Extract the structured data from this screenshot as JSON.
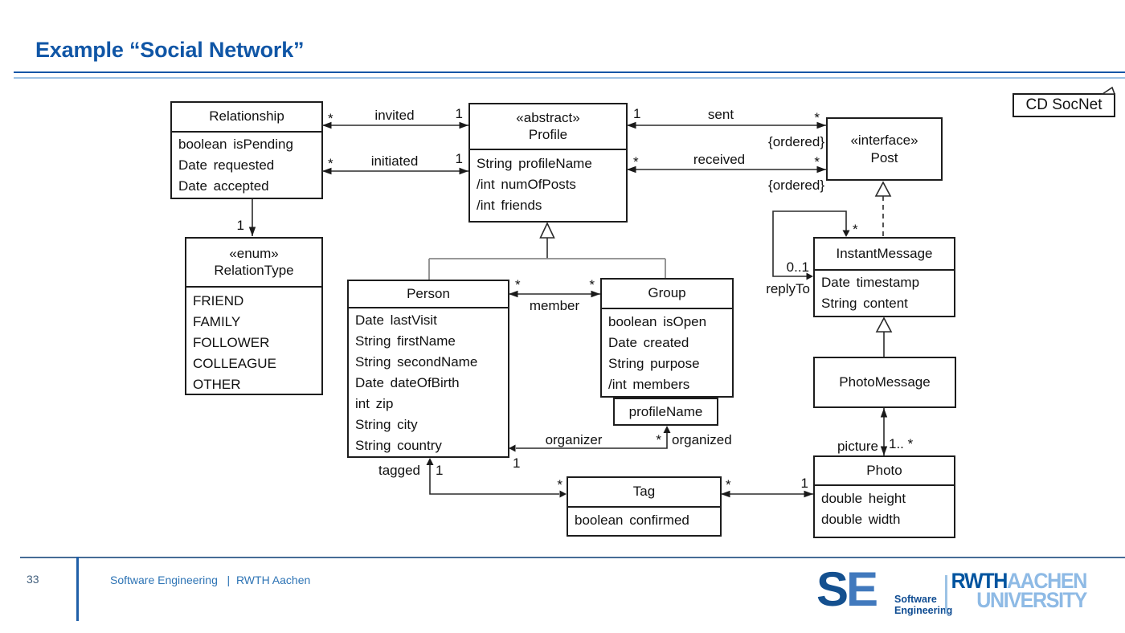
{
  "slide": {
    "title": "Example “Social Network”",
    "page_number": "33",
    "footer": "Software Engineering   |  RWTH Aachen"
  },
  "note_label": "CD SocNet",
  "classes": {
    "relationship": {
      "name": "Relationship",
      "attributes": [
        "boolean isPending",
        "Date requested",
        "Date accepted"
      ]
    },
    "profile": {
      "stereotype": "«abstract»",
      "name": "Profile",
      "attributes": [
        "String profileName",
        "/int numOfPosts",
        "/int friends"
      ]
    },
    "post": {
      "stereotype": "«interface»",
      "name": "Post"
    },
    "relationtype": {
      "stereotype": "«enum»",
      "name": "RelationType",
      "attributes": [
        "FRIEND",
        "FAMILY",
        "FOLLOWER",
        "COLLEAGUE",
        "OTHER"
      ]
    },
    "person": {
      "name": "Person",
      "attributes": [
        "Date lastVisit",
        "String firstName",
        "String secondName",
        "Date dateOfBirth",
        "int zip",
        "String city",
        "String country"
      ]
    },
    "group": {
      "name": "Group",
      "attributes": [
        "boolean isOpen",
        "Date created",
        "String purpose",
        "/int members"
      ]
    },
    "qualifier": {
      "name": "profileName"
    },
    "instantmessage": {
      "name": "InstantMessage",
      "attributes": [
        "Date timestamp",
        "String content"
      ]
    },
    "photomessage": {
      "name": "PhotoMessage"
    },
    "photo": {
      "name": "Photo",
      "attributes": [
        "double height",
        "double width"
      ]
    },
    "tag": {
      "name": "Tag",
      "attributes": [
        "boolean confirmed"
      ]
    }
  },
  "labels": {
    "invited": "invited",
    "invited_src": "*",
    "invited_tgt": "1",
    "initiated": "initiated",
    "initiated_src": "*",
    "initiated_tgt": "1",
    "sent": "sent",
    "sent_src": "1",
    "sent_tgt": "*",
    "sent_constraint": "{ordered}",
    "received": "received",
    "received_src": "*",
    "received_tgt": "*",
    "received_constraint": "{ordered}",
    "relationtype_mult": "1",
    "member": "member",
    "member_src": "*",
    "member_tgt": "*",
    "replyto": "replyTo",
    "replyto_src_mult": "0..1",
    "replyto_tgt_mult": "*",
    "tagged": "tagged",
    "tagged_mult": "1",
    "tagged_tgt_mult": "*",
    "organizer": "organizer",
    "organizer_mult": "1",
    "organized": "organized",
    "organized_mult": "*",
    "picture": "picture",
    "picture_mult": "1.. *",
    "tag_photo_src": "*",
    "tag_photo_tgt": "1"
  },
  "logos": {
    "se_letter_s": "S",
    "se_letter_e": "E",
    "se_caption_line1": "Software",
    "se_caption_line2": "Engineering",
    "rwth": "RWTH",
    "aachen": "AACHEN",
    "university": "UNIVERSITY"
  },
  "colors": {
    "title_blue": "#1056A6",
    "rule_light_blue": "#9DC3E6",
    "footer_blue": "#2E74B5",
    "rwth_dark_blue": "#00549F",
    "rwth_light_blue": "#8EBAE5",
    "diagram_line": "#2B2B2B"
  }
}
